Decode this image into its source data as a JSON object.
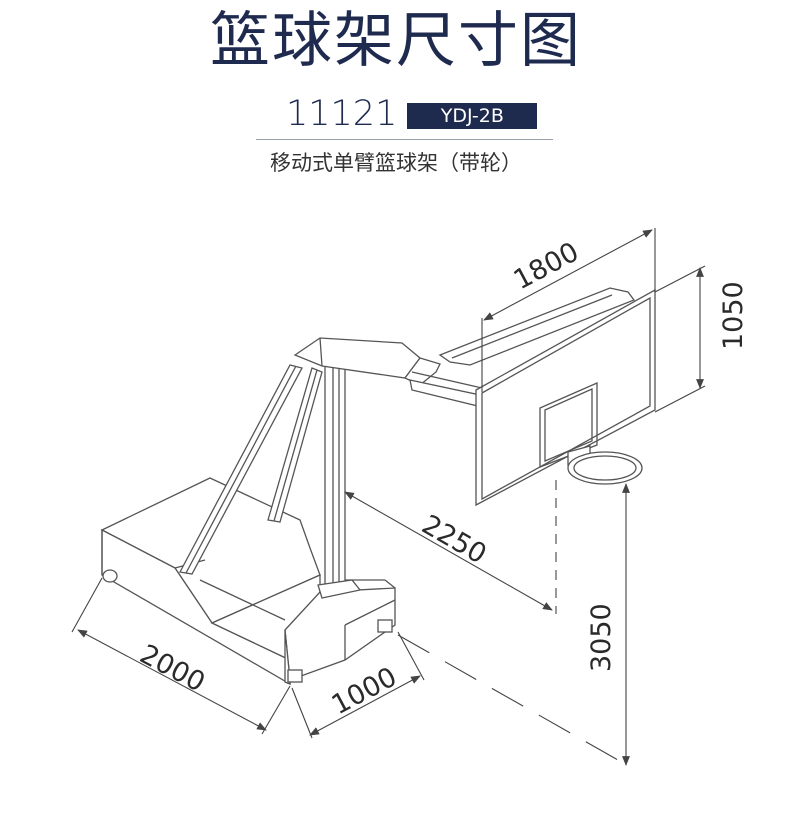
{
  "header": {
    "title": "篮球架尺寸图",
    "model_number": "11121",
    "model_code": "YDJ-2B",
    "subtitle": "移动式单臂篮球架（带轮）"
  },
  "dimensions": {
    "backboard_width": "1800",
    "backboard_height": "1050",
    "arm_extension": "2250",
    "rim_height": "3050",
    "base_length": "2000",
    "base_width": "1000"
  },
  "colors": {
    "title": "#1f2a4f",
    "badge_background": "#1f2a4f",
    "badge_text": "#ffffff",
    "line": "#555555"
  }
}
